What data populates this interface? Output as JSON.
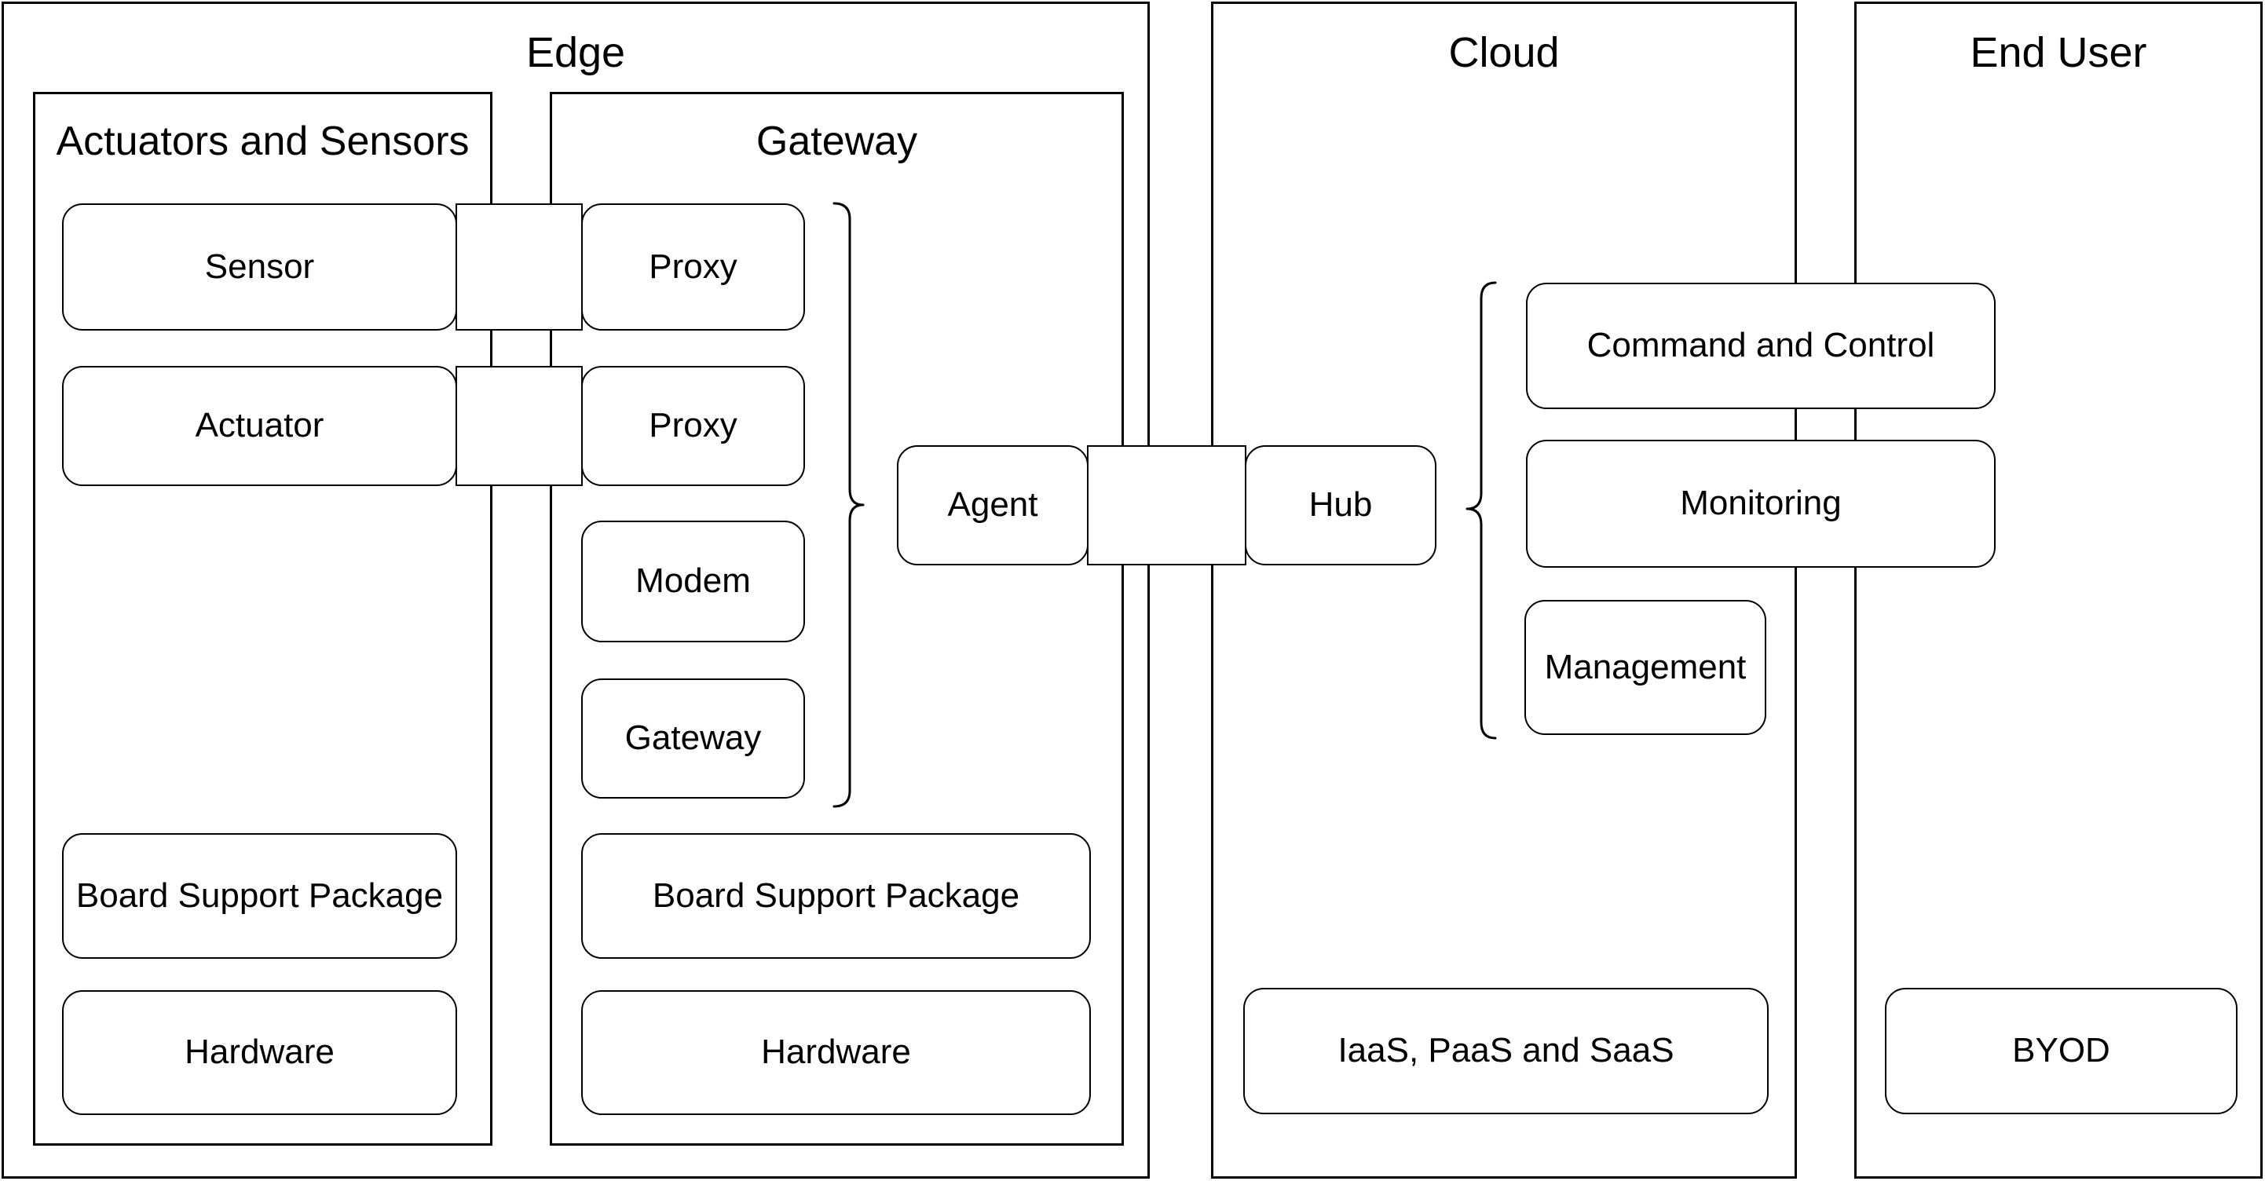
{
  "edge": {
    "title": "Edge",
    "actuators_sensors": {
      "title": "Actuators and Sensors",
      "sensor": "Sensor",
      "actuator": "Actuator",
      "bsp": "Board Support Package",
      "hardware": "Hardware"
    },
    "gateway": {
      "title": "Gateway",
      "proxy_sensor": "Proxy",
      "proxy_actuator": "Proxy",
      "modem": "Modem",
      "gateway": "Gateway",
      "bsp": "Board Support Package",
      "hardware": "Hardware"
    },
    "agent": "Agent"
  },
  "cloud": {
    "title": "Cloud",
    "hub": "Hub",
    "command_and_control": "Command and Control",
    "monitoring": "Monitoring",
    "management": "Management",
    "iaas": "IaaS, PaaS and SaaS"
  },
  "end_user": {
    "title": "End User",
    "byod": "BYOD"
  },
  "colors": {
    "stroke": "#000000",
    "fill": "#ffffff",
    "background": "#ffffff"
  }
}
